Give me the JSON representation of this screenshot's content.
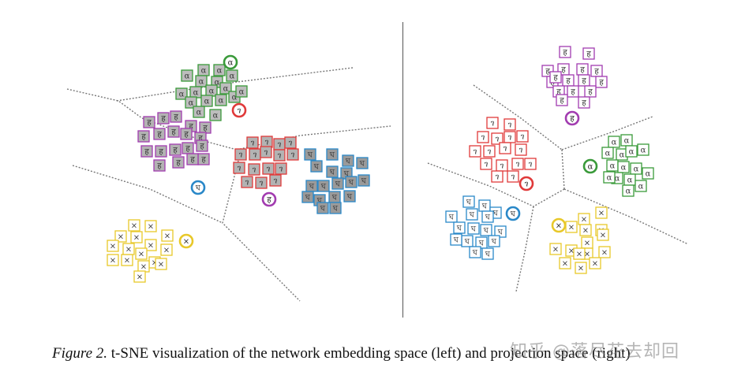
{
  "caption": {
    "label": "Figure 2.",
    "text": " t-SNE visualization of the network embedding space (left) and projection space (right)"
  },
  "watermark": "知乎 @落尽花去却回",
  "classes": [
    {
      "name": "green",
      "color": "#3a9a3a",
      "glyph": "α"
    },
    {
      "name": "purple",
      "color": "#a23cb0",
      "glyph": "ह"
    },
    {
      "name": "red",
      "color": "#e03a3a",
      "glyph": "ገ"
    },
    {
      "name": "blue",
      "color": "#2a88c8",
      "glyph": "ঘ"
    },
    {
      "name": "yellow",
      "color": "#e8c82a",
      "glyph": "×"
    }
  ]
}
